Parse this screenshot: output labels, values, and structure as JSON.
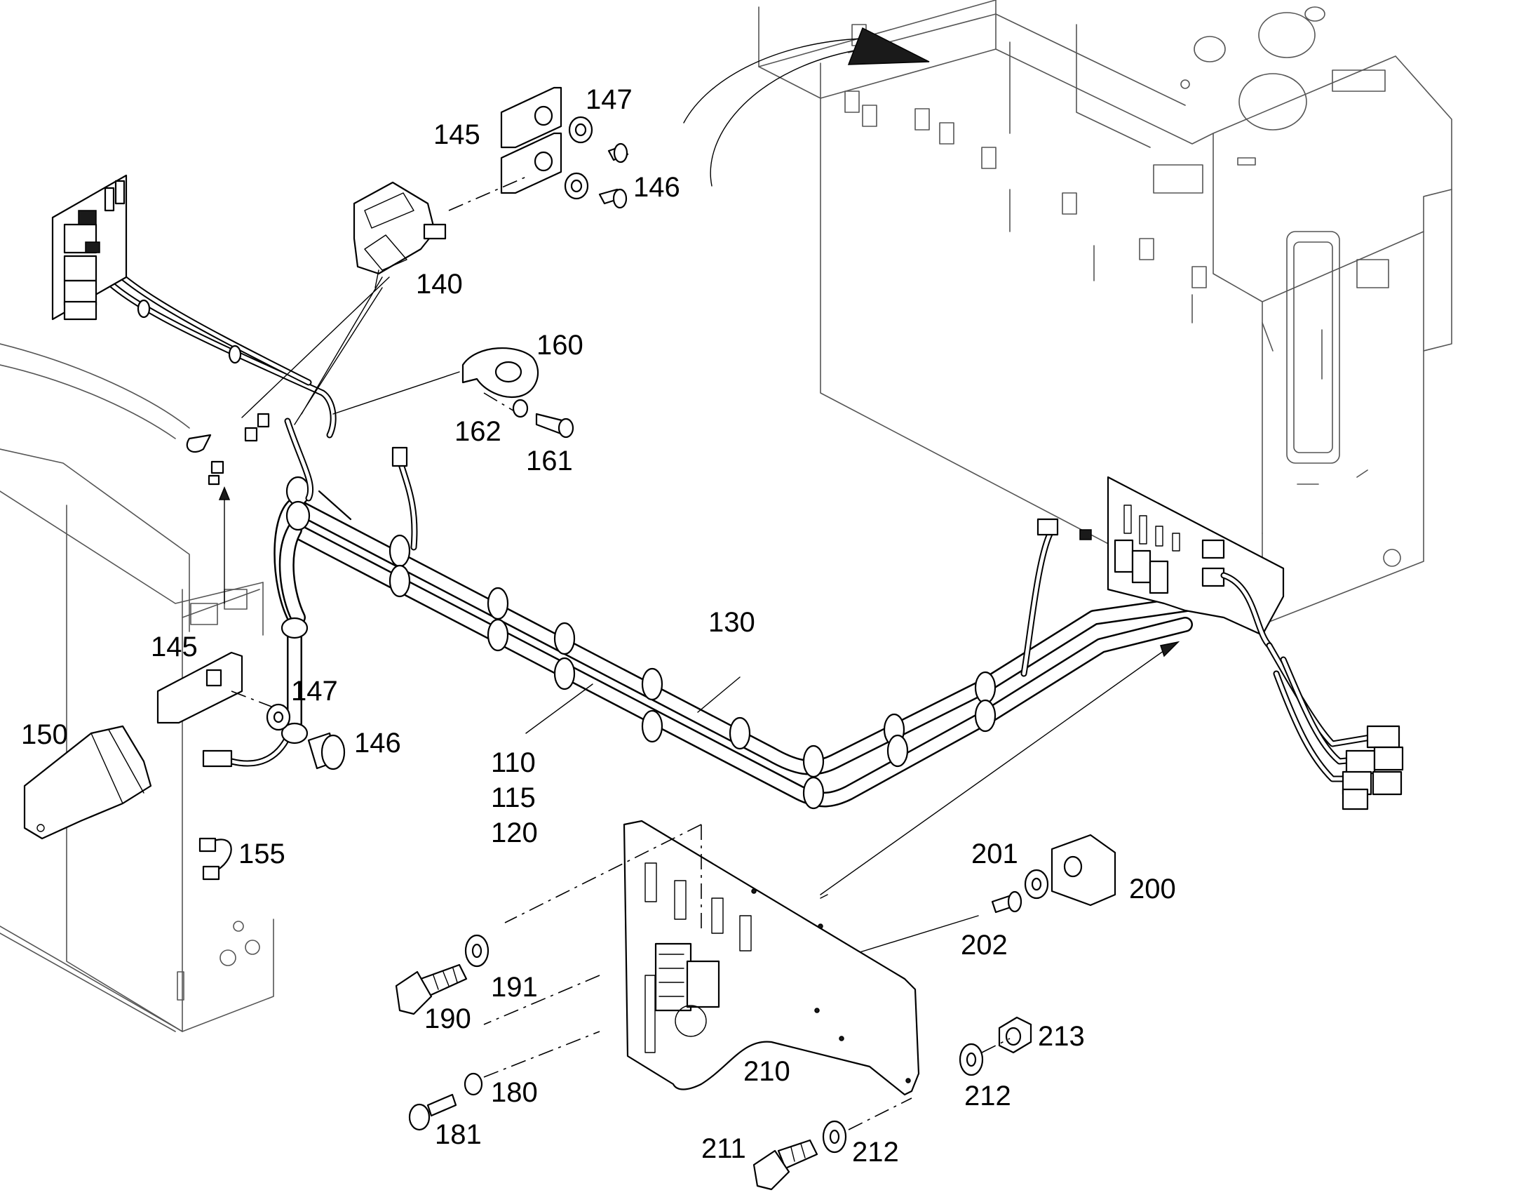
{
  "labels": {
    "l145a": "145",
    "l147a": "147",
    "l146a": "146",
    "l140": "140",
    "l160": "160",
    "l162": "162",
    "l161": "161",
    "l130": "130",
    "l145b": "145",
    "l147b": "147",
    "l150": "150",
    "l146b": "146",
    "l110": "110",
    "l115": "115",
    "l120": "120",
    "l155": "155",
    "l201": "201",
    "l200": "200",
    "l202": "202",
    "l191": "191",
    "l190": "190",
    "l213": "213",
    "l180": "180",
    "l210": "210",
    "l212a": "212",
    "l181": "181",
    "l211": "211",
    "l212b": "212"
  }
}
